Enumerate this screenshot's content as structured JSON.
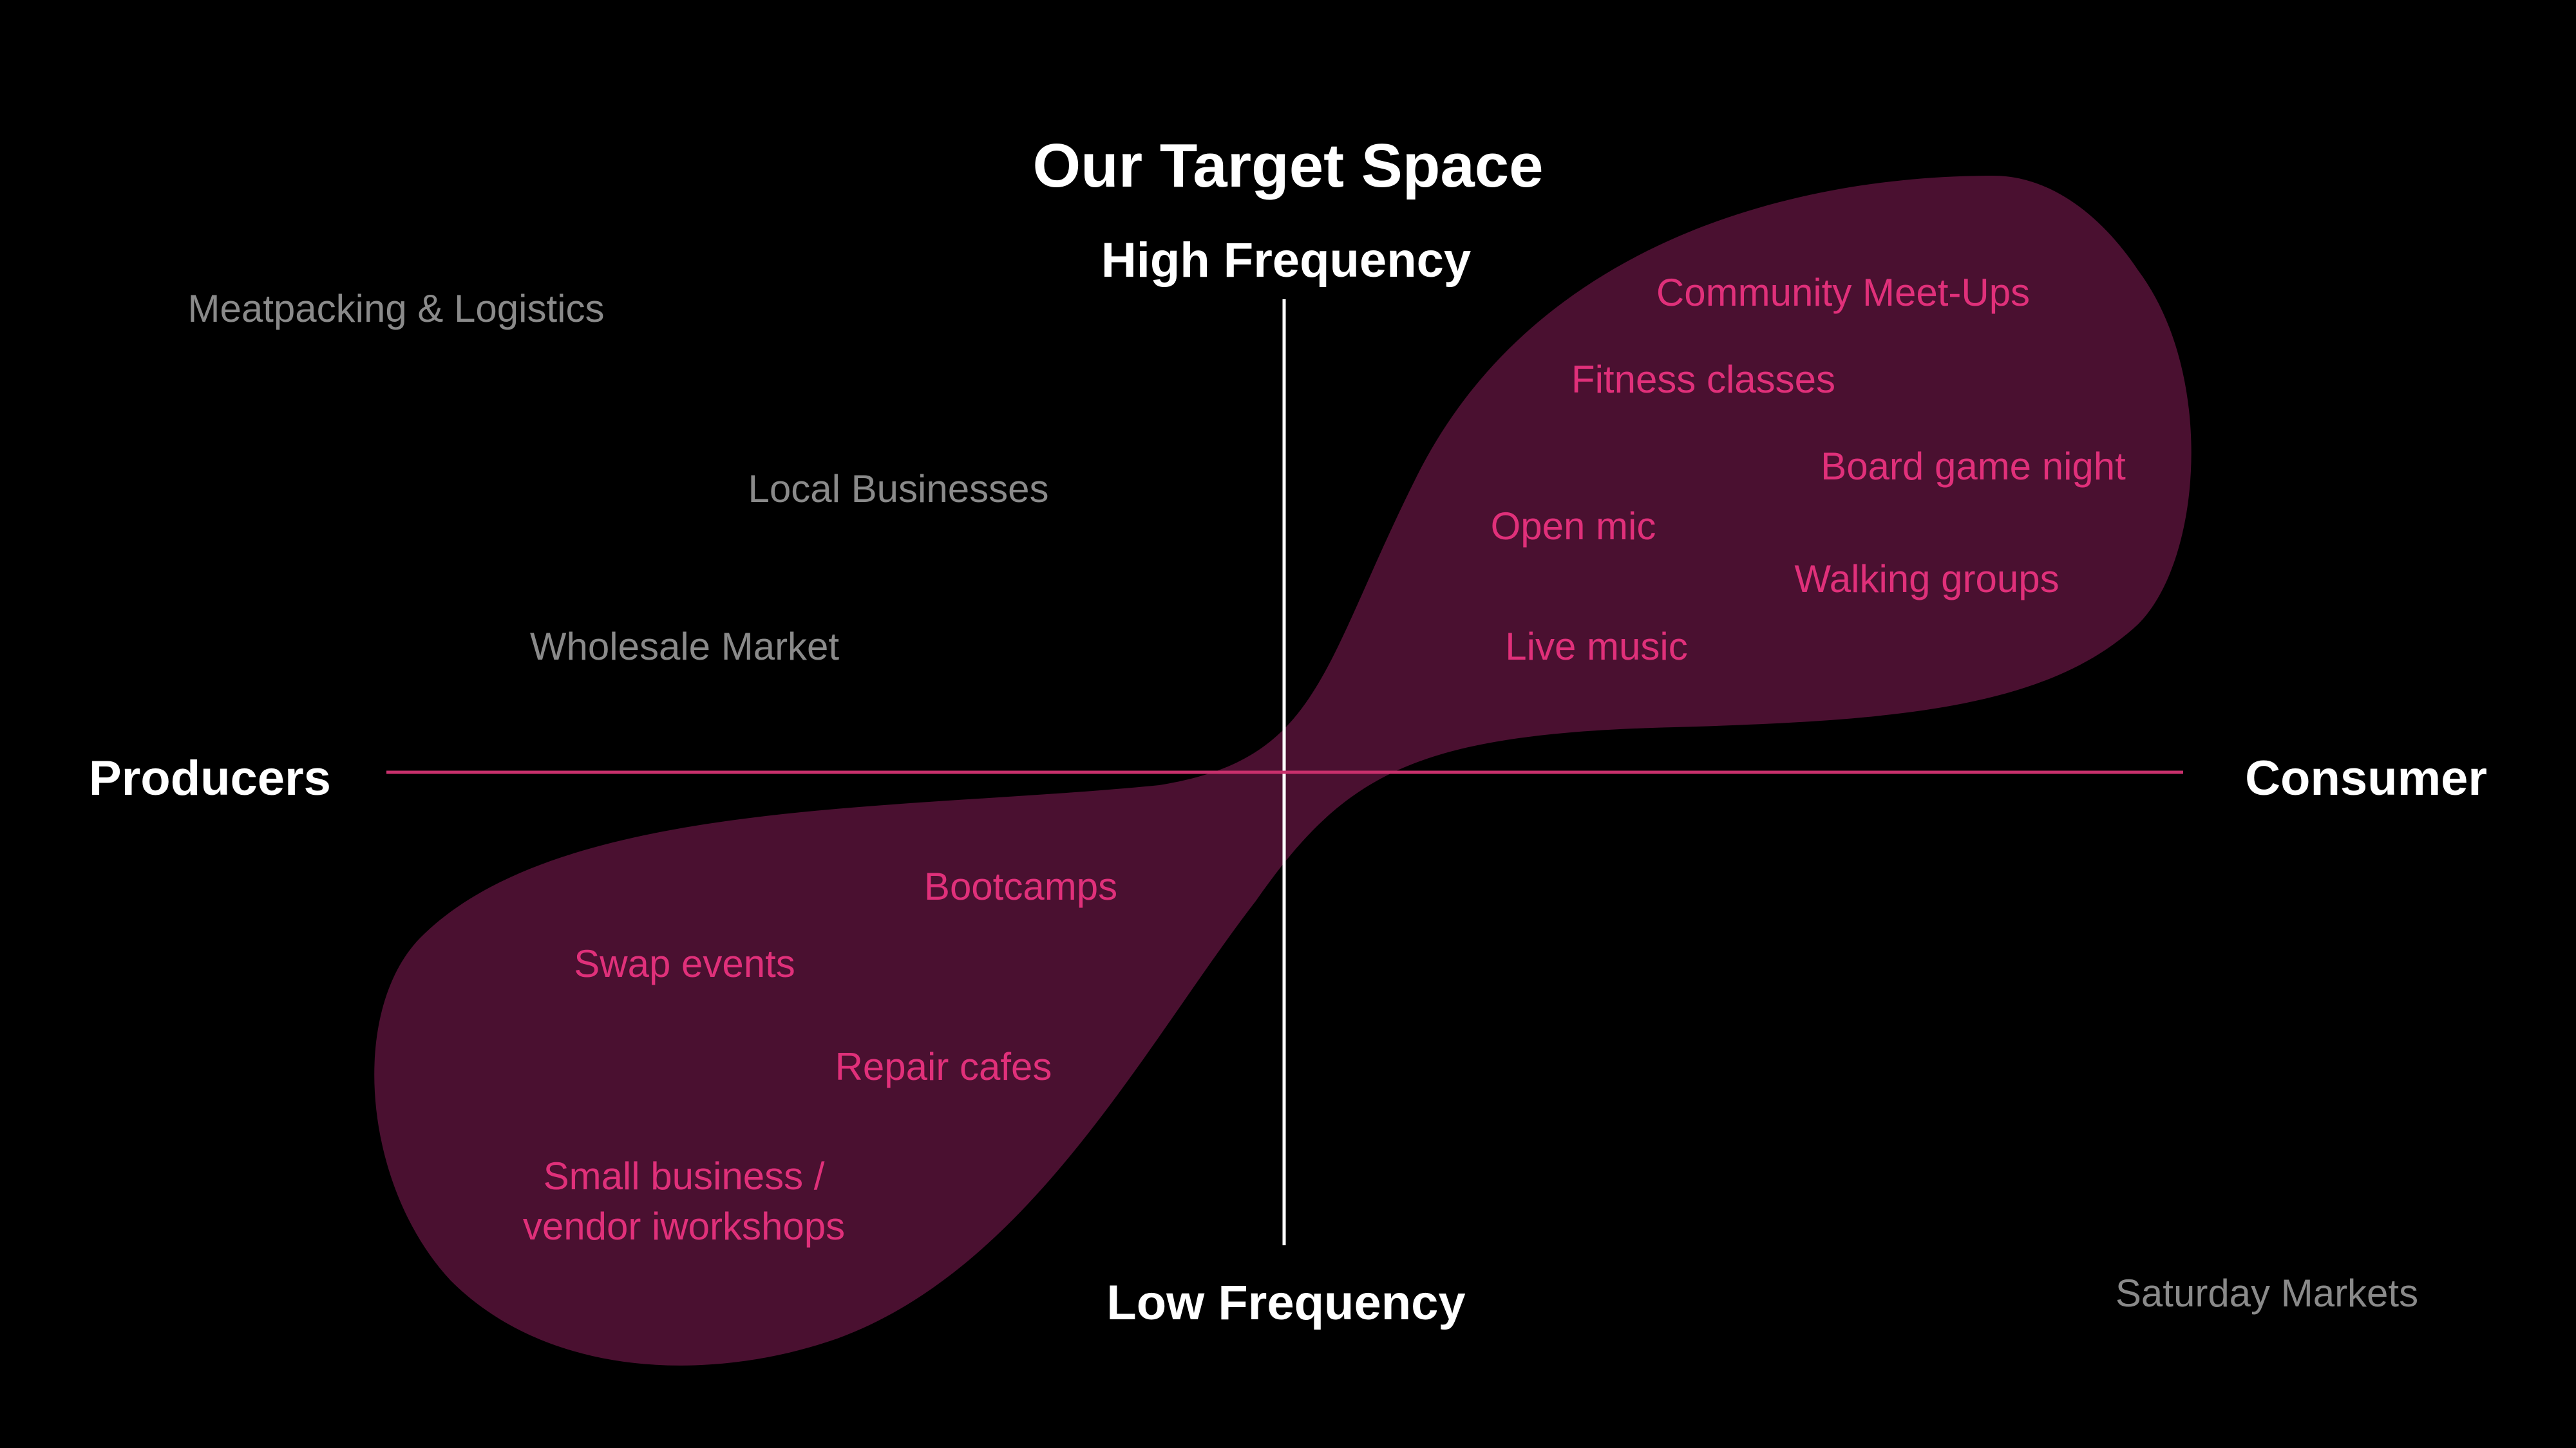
{
  "title": "Our Target Space",
  "axes": {
    "top": "High Frequency",
    "bottom": "Low Frequency",
    "left": "Producers",
    "right": "Consumer"
  },
  "colors": {
    "background": "#000000",
    "blob_fill": "#4a1030",
    "target_text": "#e0307a",
    "other_text": "#8a8a8a",
    "axis_label": "#ffffff",
    "vertical_axis": "#ffffff",
    "horizontal_axis": "#c8306c"
  },
  "target_items": [
    {
      "id": "community-meetups",
      "text": "Community Meet-Ups"
    },
    {
      "id": "fitness-classes",
      "text": "Fitness classes"
    },
    {
      "id": "board-game-night",
      "text": "Board game night"
    },
    {
      "id": "open-mic",
      "text": "Open mic"
    },
    {
      "id": "walking-groups",
      "text": "Walking groups"
    },
    {
      "id": "live-music",
      "text": "Live music"
    },
    {
      "id": "bootcamps",
      "text": "Bootcamps"
    },
    {
      "id": "swap-events",
      "text": "Swap events"
    },
    {
      "id": "repair-cafes",
      "text": "Repair cafes"
    },
    {
      "id": "small-business-line1",
      "text": "Small business /"
    },
    {
      "id": "small-business-line2",
      "text": "vendor iworkshops"
    }
  ],
  "other_items": [
    {
      "id": "meatpacking-logistics",
      "text": "Meatpacking & Logistics"
    },
    {
      "id": "local-businesses",
      "text": "Local Businesses"
    },
    {
      "id": "wholesale-market",
      "text": "Wholesale Market"
    },
    {
      "id": "saturday-markets",
      "text": "Saturday Markets"
    }
  ]
}
